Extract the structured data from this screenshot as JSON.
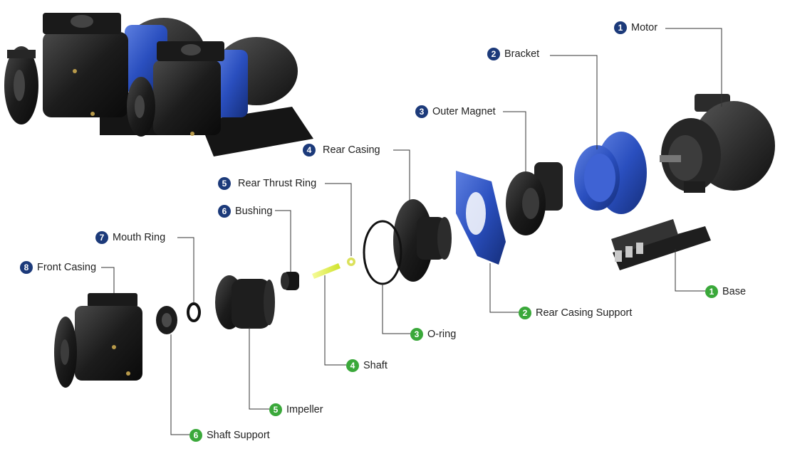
{
  "colors": {
    "navy_badge": "#1c3a7a",
    "green_badge": "#3aa83a",
    "part_black": "#1e1e1e",
    "part_blue": "#2a4fbf",
    "shaft_yellow": "#e6f04a",
    "leader_line": "#333333"
  },
  "labels": {
    "motor": {
      "num": "1",
      "text": "Motor",
      "color": "navy"
    },
    "bracket": {
      "num": "2",
      "text": "Bracket",
      "color": "navy"
    },
    "outer_magnet": {
      "num": "3",
      "text": "Outer Magnet",
      "color": "navy"
    },
    "rear_casing": {
      "num": "4",
      "text": "Rear Casing",
      "color": "navy"
    },
    "rear_thrust": {
      "num": "5",
      "text": "Rear Thrust Ring",
      "color": "navy"
    },
    "bushing": {
      "num": "6",
      "text": "Bushing",
      "color": "navy"
    },
    "mouth_ring": {
      "num": "7",
      "text": "Mouth Ring",
      "color": "navy"
    },
    "front_casing": {
      "num": "8",
      "text": "Front Casing",
      "color": "navy"
    },
    "base": {
      "num": "1",
      "text": "Base",
      "color": "green"
    },
    "rear_support": {
      "num": "2",
      "text": "Rear Casing Support",
      "color": "green"
    },
    "oring": {
      "num": "3",
      "text": "O-ring",
      "color": "green"
    },
    "shaft": {
      "num": "4",
      "text": "Shaft",
      "color": "green"
    },
    "impeller": {
      "num": "5",
      "text": "Impeller",
      "color": "green"
    },
    "shaft_support": {
      "num": "6",
      "text": "Shaft Support",
      "color": "green"
    }
  }
}
